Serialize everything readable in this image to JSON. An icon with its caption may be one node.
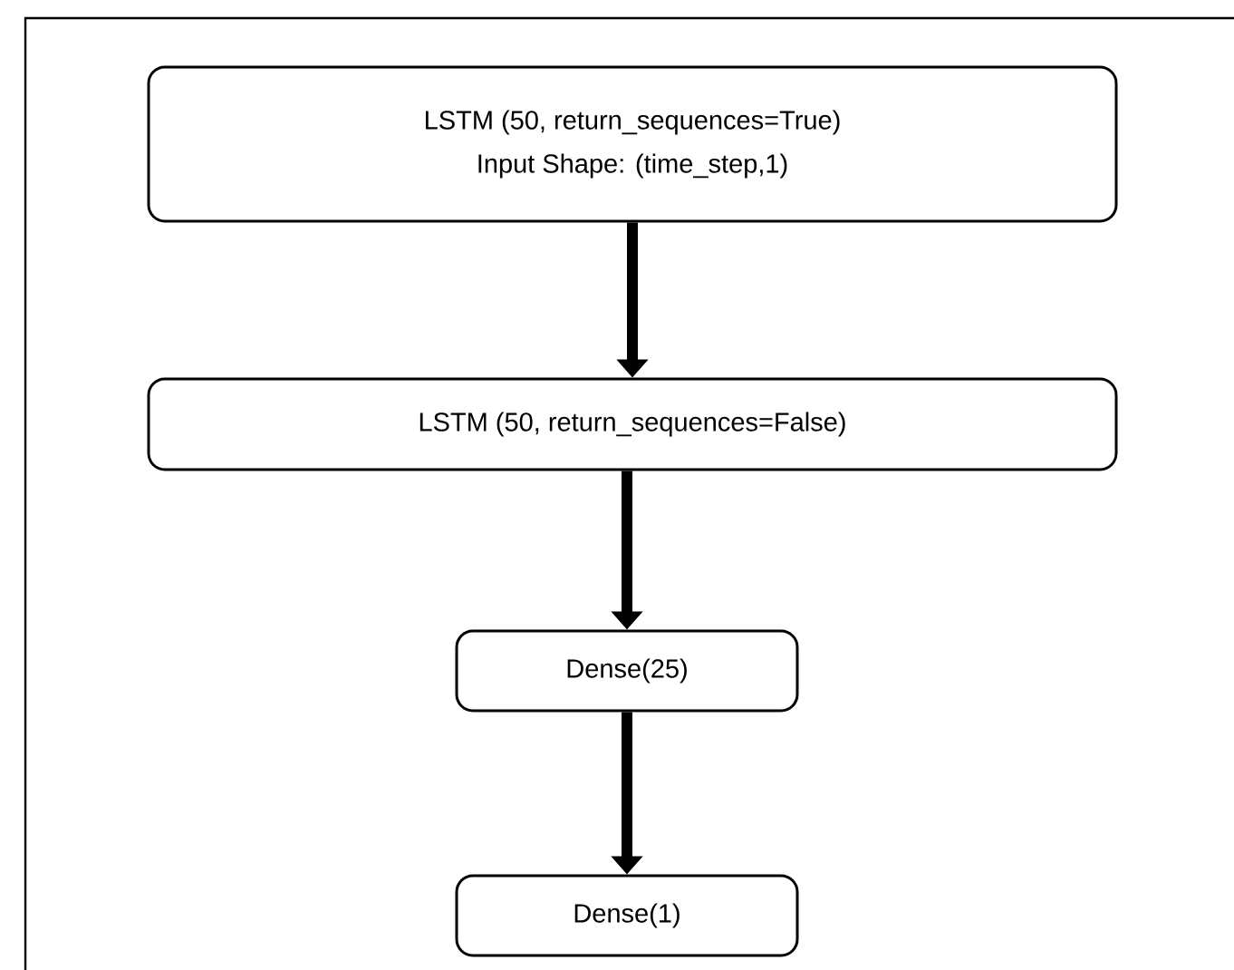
{
  "diagram": {
    "nodes": [
      {
        "text": [
          "LSTM (50, return_sequences=True)",
          "Input Shape: (time_step,1)"
        ]
      },
      {
        "text": [
          "LSTM (50, return_sequences=False)"
        ]
      },
      {
        "text": [
          "Dense(25)"
        ]
      },
      {
        "text": [
          "Dense(1)"
        ]
      }
    ],
    "edges": [
      {
        "from": 0,
        "to": 1,
        "arrow": "to"
      },
      {
        "from": 1,
        "to": 2,
        "arrow": "to"
      },
      {
        "from": 2,
        "to": 3,
        "arrow": "to"
      }
    ]
  }
}
